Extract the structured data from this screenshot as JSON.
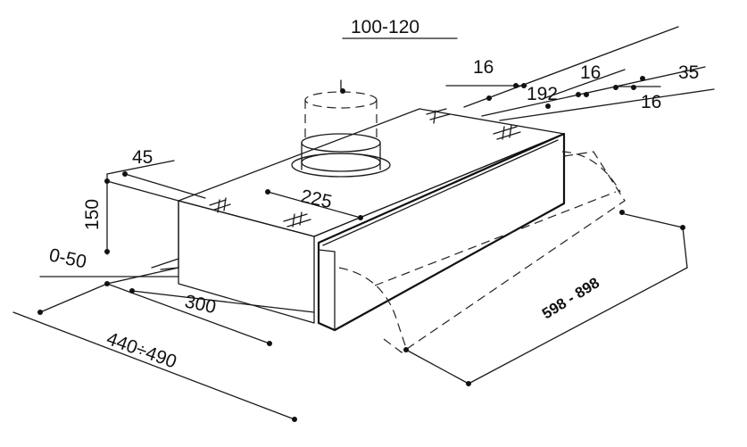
{
  "dimensions": {
    "duct_diameter": "100-120",
    "rear_offset_a": "16",
    "rear_offset_b": "192",
    "rear_offset_c": "16",
    "rear_offset_d": "16",
    "rear_offset_e": "35",
    "front_depth_top": "45",
    "height": "150",
    "duct_position": "225",
    "wall_gap": "0-50",
    "body_depth": "300",
    "extended_depth": "440÷490",
    "width_range": "598 - 898"
  },
  "colors": {
    "line": "#111111",
    "background": "#ffffff"
  }
}
